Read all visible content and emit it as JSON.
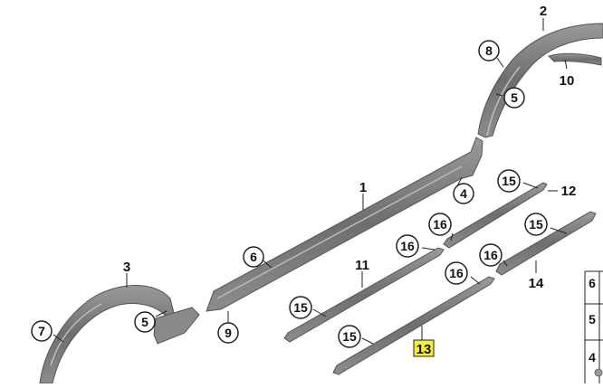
{
  "diagram": {
    "callouts": {
      "c1": "1",
      "c2": "2",
      "c3": "3",
      "c4": "4",
      "c5a": "5",
      "c5b": "5",
      "c6": "6",
      "c7": "7",
      "c8": "8",
      "c9": "9",
      "c10": "10",
      "c11": "11",
      "c12": "12",
      "c13": "13",
      "c14": "14",
      "c15a": "15",
      "c15b": "15",
      "c15c": "15",
      "c15d": "15",
      "c16a": "16",
      "c16b": "16",
      "c16c": "16",
      "c16d": "16"
    },
    "side_table": {
      "r1": "6",
      "r2": "5",
      "r3": "4"
    },
    "highlight_color": "#f5ef3a",
    "part_color": "#7a7a7a"
  }
}
